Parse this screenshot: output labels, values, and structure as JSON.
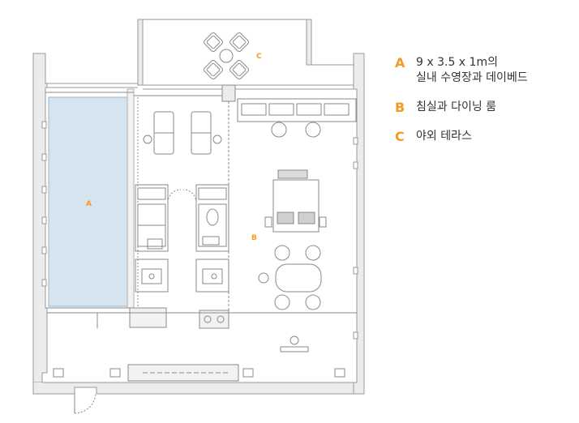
{
  "plan": {
    "labels": {
      "a": "A",
      "b": "B",
      "c": "C"
    }
  },
  "legend": {
    "items": [
      {
        "letter": "A",
        "line1": "9 x 3.5 x 1m의",
        "line2": "실내 수영장과 데이베드"
      },
      {
        "letter": "B",
        "line1": "침실과 다이닝 룸",
        "line2": ""
      },
      {
        "letter": "C",
        "line1": "야외 테라스",
        "line2": ""
      }
    ]
  },
  "colors": {
    "accent": "#f39c1f",
    "pool": "#d6e4ef",
    "wall": "#c4c4c4",
    "line": "#8a8a8a",
    "text": "#333333"
  },
  "icons": [
    "lounge-chair-icon",
    "bed-icon",
    "dining-table-icon",
    "toilet-icon",
    "sink-icon",
    "stove-icon",
    "door-icon",
    "sofa-icon"
  ]
}
